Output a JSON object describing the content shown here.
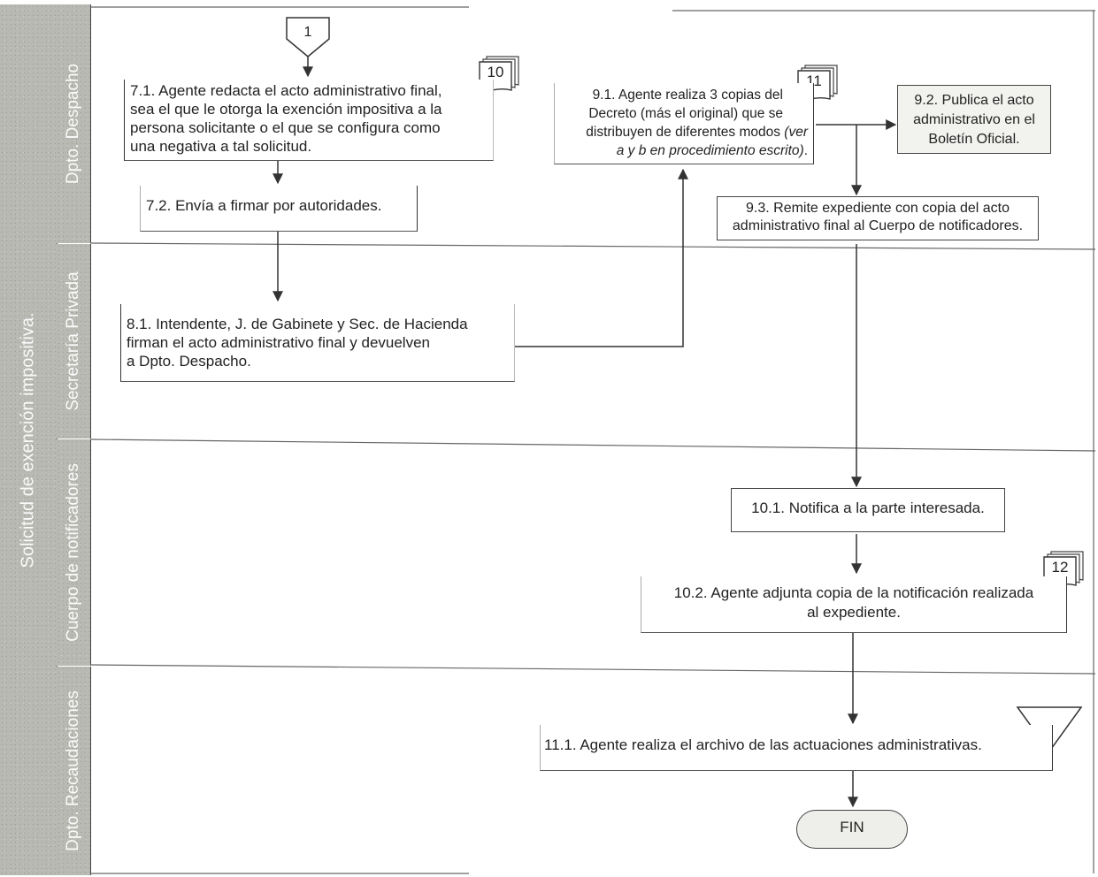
{
  "title": "Solicitud de exención impositiva.",
  "lanes": [
    {
      "label": "Dpto. Despacho"
    },
    {
      "label": "Secretaría  Privada"
    },
    {
      "label": "Cuerpo de notificadores"
    },
    {
      "label": "Dpto. Recaudaciones"
    }
  ],
  "connectors": {
    "start": "1"
  },
  "documents": {
    "d10": "10",
    "d11": "11",
    "d12": "12"
  },
  "steps": {
    "s7_1": {
      "lines": [
        "7.1. Agente redacta el acto administrativo final,",
        "sea el que le otorga la exención impositiva a la",
        "persona solicitante o el que se configura como",
        "una negativa a tal solicitud."
      ]
    },
    "s7_2": "7.2. Envía a firmar por autoridades.",
    "s8_1": {
      "lines": [
        "8.1. Intendente, J. de Gabinete y Sec. de Hacienda",
        "firman el acto administrativo final y devuelven",
        "a Dpto. Despacho."
      ]
    },
    "s9_1": {
      "l1": "9.1. Agente realiza 3 copias del",
      "l2": "Decreto (más el original) que se",
      "l3a": "distribuyen de diferentes modos ",
      "l3b": "(ver",
      "l4": "a y b en procedimiento escrito)",
      "l4end": "."
    },
    "s9_2": {
      "lines": [
        "9.2. Publica el acto",
        "administrativo en el",
        "Boletín Oficial."
      ]
    },
    "s9_3": {
      "lines": [
        "9.3. Remite expediente con copia del acto",
        "administrativo final al Cuerpo de notificadores."
      ]
    },
    "s10_1": "10.1. Notifica a la parte interesada.",
    "s10_2": {
      "lines": [
        "10.2. Agente adjunta copia de la notificación realizada",
        "al expediente."
      ]
    },
    "s11_1": "11.1.  Agente realiza  el archivo de las actuaciones administrativas."
  },
  "terminal": "FIN"
}
